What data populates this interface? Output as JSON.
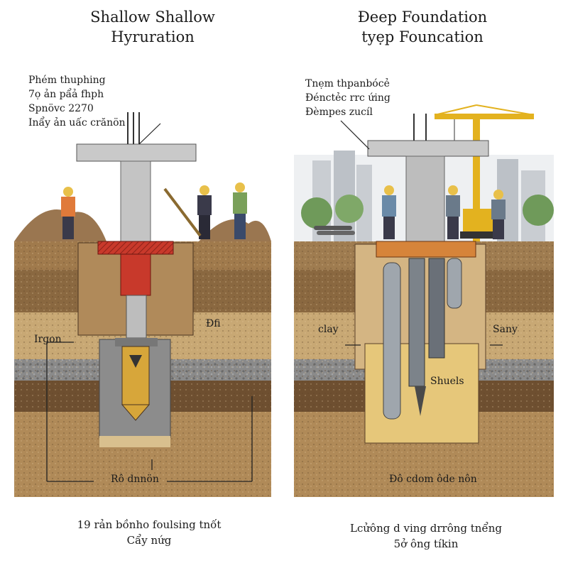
{
  "left_panel": {
    "title_line1": "Shallow Shallow",
    "title_line2": "Hyruration",
    "note_lines": [
      "Phém thuphing",
      "7ọ ản pẩả fhph",
      "Spnövc 2270",
      "Inẩy ản uấc crănön"
    ],
    "soil_labels": {
      "irgon": "Irgon",
      "dfi": "Ðfi"
    },
    "bottom_label": "Rô dnnön",
    "caption_line1": "19 rản bồnho foulsing tnốt",
    "caption_line2": "Cẩy nứg"
  },
  "right_panel": {
    "title_line1": "Ðeep Foundation",
    "title_line2": "tyẹp  Founcation",
    "note_lines": [
      "Tnẹm thpanbócẻ",
      "Ðénctẻc rrc ứing",
      "Ðèmpes zucíl"
    ],
    "soil_labels": {
      "clay": "clay",
      "sany": "Sany",
      "shuels": "Shuels"
    },
    "bottom_label": "Ðô cdom ôde nôn",
    "caption_line1": "Lcửông d ving drrông tnểng",
    "caption_line2": "5ở ông tíkin"
  },
  "colors": {
    "topsoil": "#a07a4c",
    "clay_brown": "#7a5a3a",
    "sand": "#c8a874",
    "gravel_gray": "#8a8a8a",
    "concrete": "#c4c4c4",
    "red_formwork": "#c8392b",
    "crane_yellow": "#e3b21f",
    "trees_green": "#6f9a5a"
  }
}
